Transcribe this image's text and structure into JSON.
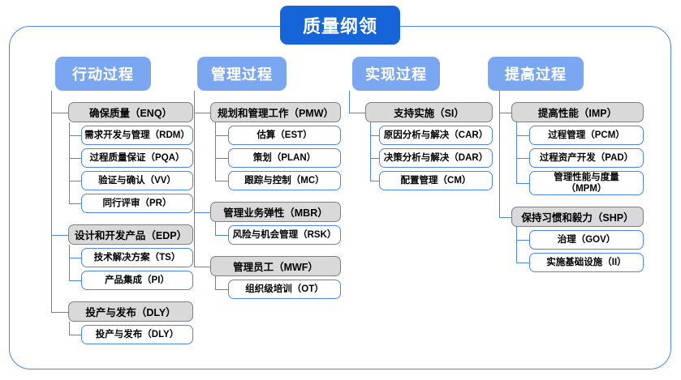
{
  "diagram": {
    "root": {
      "label": "质量纲领"
    },
    "colors": {
      "root_fill": "#1565d8",
      "header_fill": "#7aa7ef",
      "group_fill": "#d9d9d9",
      "group_border": "#7f7f7f",
      "leaf_border": "#4a86e8",
      "connector": "#4a86e8",
      "frame": "#4a86e8"
    },
    "columns": [
      {
        "header": "行动过程",
        "groups": [
          {
            "label": "确保质量（ENQ）",
            "children": [
              "需求开发与管理（RDM）",
              "过程质量保证（PQA）",
              "验证与确认（VV）",
              "同行评审（PR）"
            ]
          },
          {
            "label": "设计和开发产品（EDP）",
            "children": [
              "技术解决方案（TS）",
              "产品集成（PI）"
            ]
          },
          {
            "label": "投产与发布（DLY）",
            "children": [
              "投产与发布（DLY）"
            ]
          }
        ]
      },
      {
        "header": "管理过程",
        "groups": [
          {
            "label": "规划和管理工作（PMW）",
            "children": [
              "估算（EST）",
              "策划（PLAN）",
              "跟踪与控制（MC）"
            ]
          },
          {
            "label": "管理业务弹性（MBR）",
            "children": [
              "风险与机会管理（RSK）"
            ]
          },
          {
            "label": "管理员工（MWF）",
            "children": [
              "组织级培训（OT）"
            ]
          }
        ]
      },
      {
        "header": "实现过程",
        "groups": [
          {
            "label": "支持实施（SI）",
            "children": [
              "原因分析与解决（CAR）",
              "决策分析与解决（DAR）",
              "配置管理（CM）"
            ]
          }
        ]
      },
      {
        "header": "提高过程",
        "groups": [
          {
            "label": "提高性能（IMP）",
            "children": [
              "过程管理（PCM）",
              "过程资产开发（PAD）",
              "管理性能与度量\n（MPM）"
            ]
          },
          {
            "label": "保持习惯和毅力（SHP）",
            "children": [
              "治理（GOV）",
              "实施基础设施（II）"
            ]
          }
        ]
      }
    ]
  }
}
